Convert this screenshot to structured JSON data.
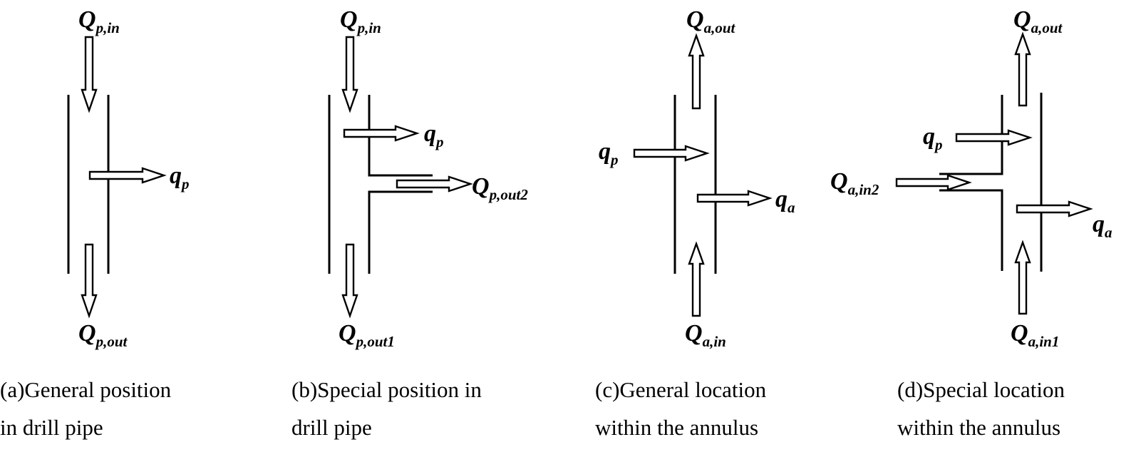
{
  "panels": [
    {
      "caption": [
        "(a)General position",
        "in drill pipe"
      ],
      "labels": {
        "in": {
          "main": "Q",
          "sub": "p,in"
        },
        "out": {
          "main": "Q",
          "sub": "p,out"
        },
        "side": {
          "main": "q",
          "sub": "p"
        }
      }
    },
    {
      "caption": [
        "(b)Special position in",
        "drill pipe"
      ],
      "labels": {
        "in": {
          "main": "Q",
          "sub": "p,in"
        },
        "side": {
          "main": "q",
          "sub": "p"
        },
        "out2": {
          "main": "Q",
          "sub": "p,out2"
        },
        "out1": {
          "main": "Q",
          "sub": "p,out1"
        }
      }
    },
    {
      "caption": [
        "(c)General location",
        "within the annulus"
      ],
      "labels": {
        "out": {
          "main": "Q",
          "sub": "a,out"
        },
        "qp": {
          "main": "q",
          "sub": "p"
        },
        "qa": {
          "main": "q",
          "sub": "a"
        },
        "in": {
          "main": "Q",
          "sub": "a,in"
        }
      }
    },
    {
      "caption": [
        "(d)Special location",
        "within the annulus"
      ],
      "labels": {
        "out": {
          "main": "Q",
          "sub": "a,out"
        },
        "qp": {
          "main": "q",
          "sub": "p"
        },
        "in2": {
          "main": "Q",
          "sub": "a,in2"
        },
        "qa": {
          "main": "q",
          "sub": "a"
        },
        "in1": {
          "main": "Q",
          "sub": "a,in1"
        }
      }
    }
  ]
}
